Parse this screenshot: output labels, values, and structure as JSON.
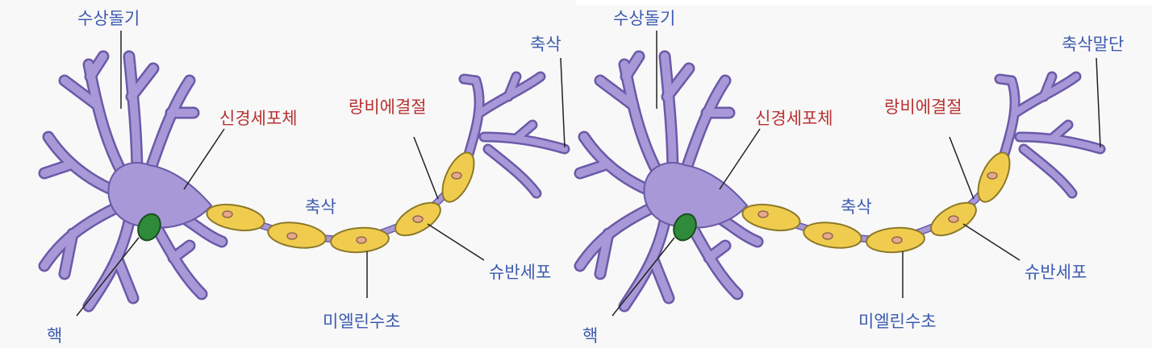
{
  "panels": [
    {
      "labels": {
        "dendrite": "수상돌기",
        "soma": "신경세포체",
        "nucleus": "핵",
        "axon_mid": "축삭",
        "axon_terminal": "축삭",
        "node_of_ranvier": "랑비에결절",
        "schwann_cell": "슈반세포",
        "myelin_sheath": "미엘린수초"
      }
    },
    {
      "labels": {
        "dendrite": "수상돌기",
        "soma": "신경세포체",
        "nucleus": "핵",
        "axon_mid": "축삭",
        "axon_terminal": "축삭말단",
        "node_of_ranvier": "랑비에결절",
        "schwann_cell": "슈반세포",
        "myelin_sheath": "미엘린수초"
      }
    }
  ],
  "colors": {
    "label_blue": "#3e5bb0",
    "label_red": "#b83232",
    "neuron": "#a898d8",
    "neuron_outline": "#6a5aa8",
    "myelin": "#f0cc4e",
    "nucleus": "#2f8a3a"
  }
}
